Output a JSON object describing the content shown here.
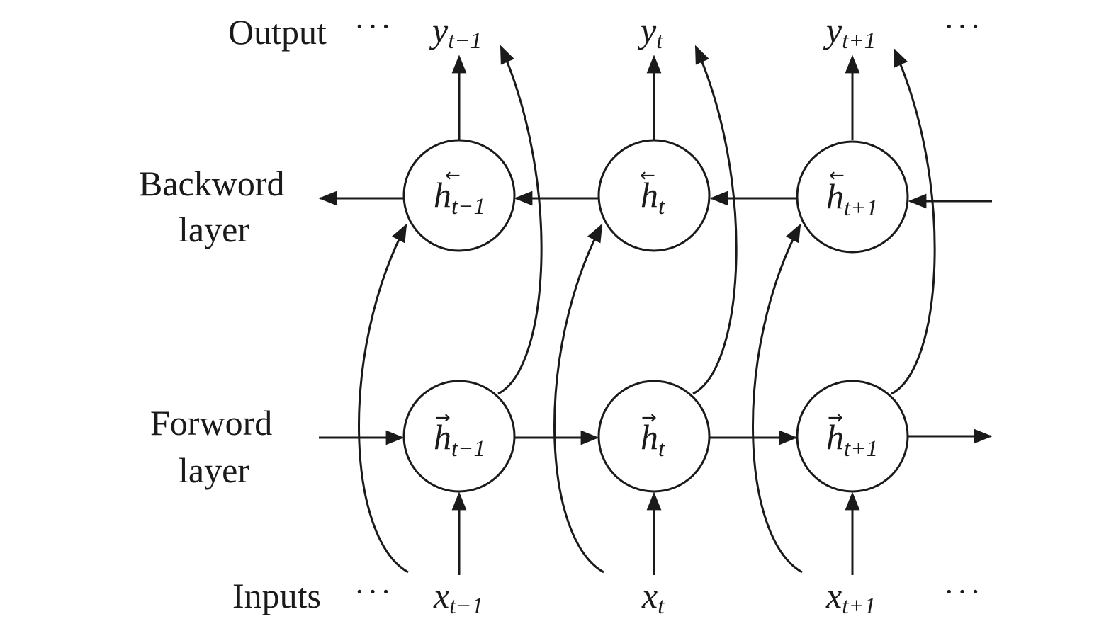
{
  "labels": {
    "output": "Output",
    "backward_line1": "Backword",
    "backward_line2": "layer",
    "forward_line1": "Forword",
    "forward_line2": "layer",
    "inputs": "Inputs",
    "ellipsis": "···"
  },
  "steps": [
    {
      "y_base": "y",
      "y_sub": "t",
      "y_sub_num": "−1",
      "x_base": "x",
      "x_sub": "t",
      "x_sub_num": "−1",
      "h_base": "h",
      "h_sub": "t",
      "h_sub_num": "−1"
    },
    {
      "y_base": "y",
      "y_sub": "t",
      "y_sub_num": "",
      "x_base": "x",
      "x_sub": "t",
      "x_sub_num": "",
      "h_base": "h",
      "h_sub": "t",
      "h_sub_num": ""
    },
    {
      "y_base": "y",
      "y_sub": "t",
      "y_sub_num": "+1",
      "x_base": "x",
      "x_sub": "t",
      "x_sub_num": "+1",
      "h_base": "h",
      "h_sub": "t",
      "h_sub_num": "+1"
    }
  ],
  "arrows": {
    "forward": "→",
    "backward": "←"
  },
  "colors": {
    "ink": "#1a1a1a",
    "background": "#ffffff"
  }
}
